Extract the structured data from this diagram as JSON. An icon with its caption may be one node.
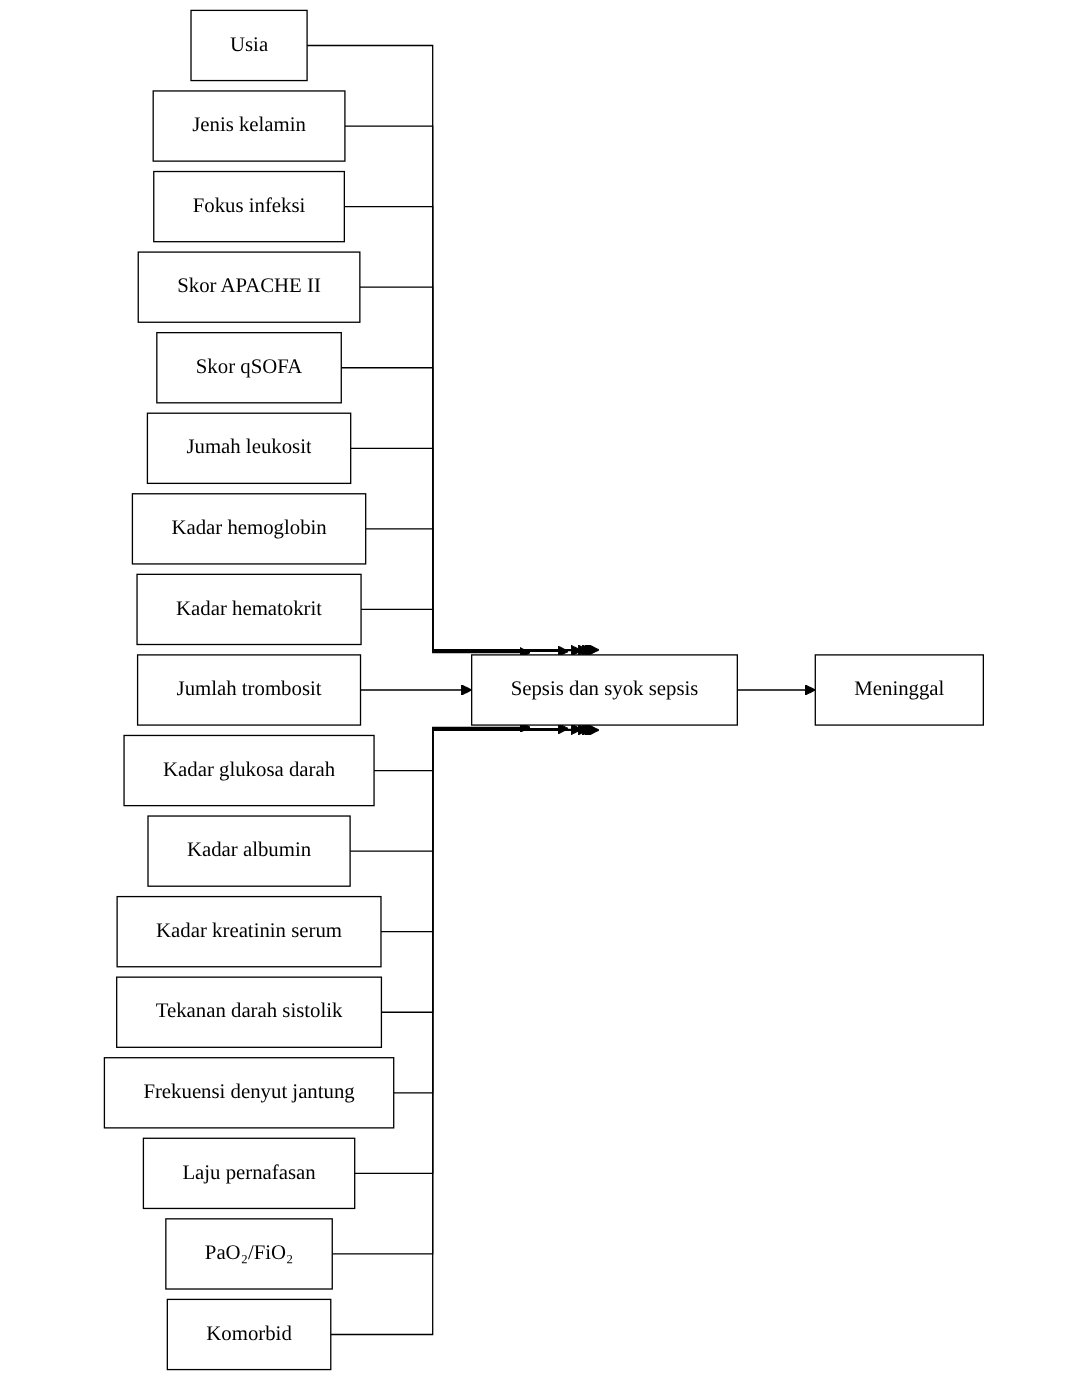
{
  "diagram": {
    "nodes": [
      {
        "text": [
          "Usia"
        ]
      },
      {
        "text": [
          "Jenis kelamin"
        ]
      },
      {
        "text": [
          "Fokus infeksi"
        ]
      },
      {
        "text": [
          "Skor APACHE II"
        ]
      },
      {
        "text": [
          "Skor qSOFA"
        ]
      },
      {
        "text": [
          "Jumah leukosit"
        ]
      },
      {
        "text": [
          "Kadar hemoglobin"
        ]
      },
      {
        "text": [
          "Kadar hematokrit"
        ]
      },
      {
        "text": [
          "Jumlah trombosit"
        ]
      },
      {
        "text": [
          "Kadar glukosa darah"
        ]
      },
      {
        "text": [
          "Kadar albumin"
        ]
      },
      {
        "text": [
          "Kadar kreatinin serum"
        ]
      },
      {
        "text": [
          "Tekanan darah sistolik"
        ]
      },
      {
        "text": [
          "Frekuensi denyut jantung"
        ]
      },
      {
        "text": [
          "Laju pernafasan"
        ]
      },
      {
        "text": [
          "PaO₂/FiO₂"
        ]
      },
      {
        "text": [
          "Komorbid"
        ]
      },
      {
        "text": [
          "Sepsis dan syok sepsis"
        ]
      },
      {
        "text": [
          "Meninggal"
        ]
      }
    ],
    "edges": [
      {
        "from": 0,
        "to": 17,
        "arrow": "to"
      },
      {
        "from": 1,
        "to": 17,
        "arrow": "to"
      },
      {
        "from": 2,
        "to": 17,
        "arrow": "to"
      },
      {
        "from": 3,
        "to": 17,
        "arrow": "to"
      },
      {
        "from": 4,
        "to": 17,
        "arrow": "to"
      },
      {
        "from": 5,
        "to": 17,
        "arrow": "to"
      },
      {
        "from": 6,
        "to": 17,
        "arrow": "to"
      },
      {
        "from": 7,
        "to": 17,
        "arrow": "to"
      },
      {
        "from": 8,
        "to": 17,
        "arrow": "to"
      },
      {
        "from": 9,
        "to": 17,
        "arrow": "to"
      },
      {
        "from": 10,
        "to": 17,
        "arrow": "to"
      },
      {
        "from": 11,
        "to": 17,
        "arrow": "to"
      },
      {
        "from": 12,
        "to": 17,
        "arrow": "to"
      },
      {
        "from": 13,
        "to": 17,
        "arrow": "to"
      },
      {
        "from": 14,
        "to": 17,
        "arrow": "to"
      },
      {
        "from": 15,
        "to": 17,
        "arrow": "to"
      },
      {
        "from": 16,
        "to": 17,
        "arrow": "to"
      },
      {
        "from": 17,
        "to": 18,
        "arrow": "to"
      }
    ]
  }
}
